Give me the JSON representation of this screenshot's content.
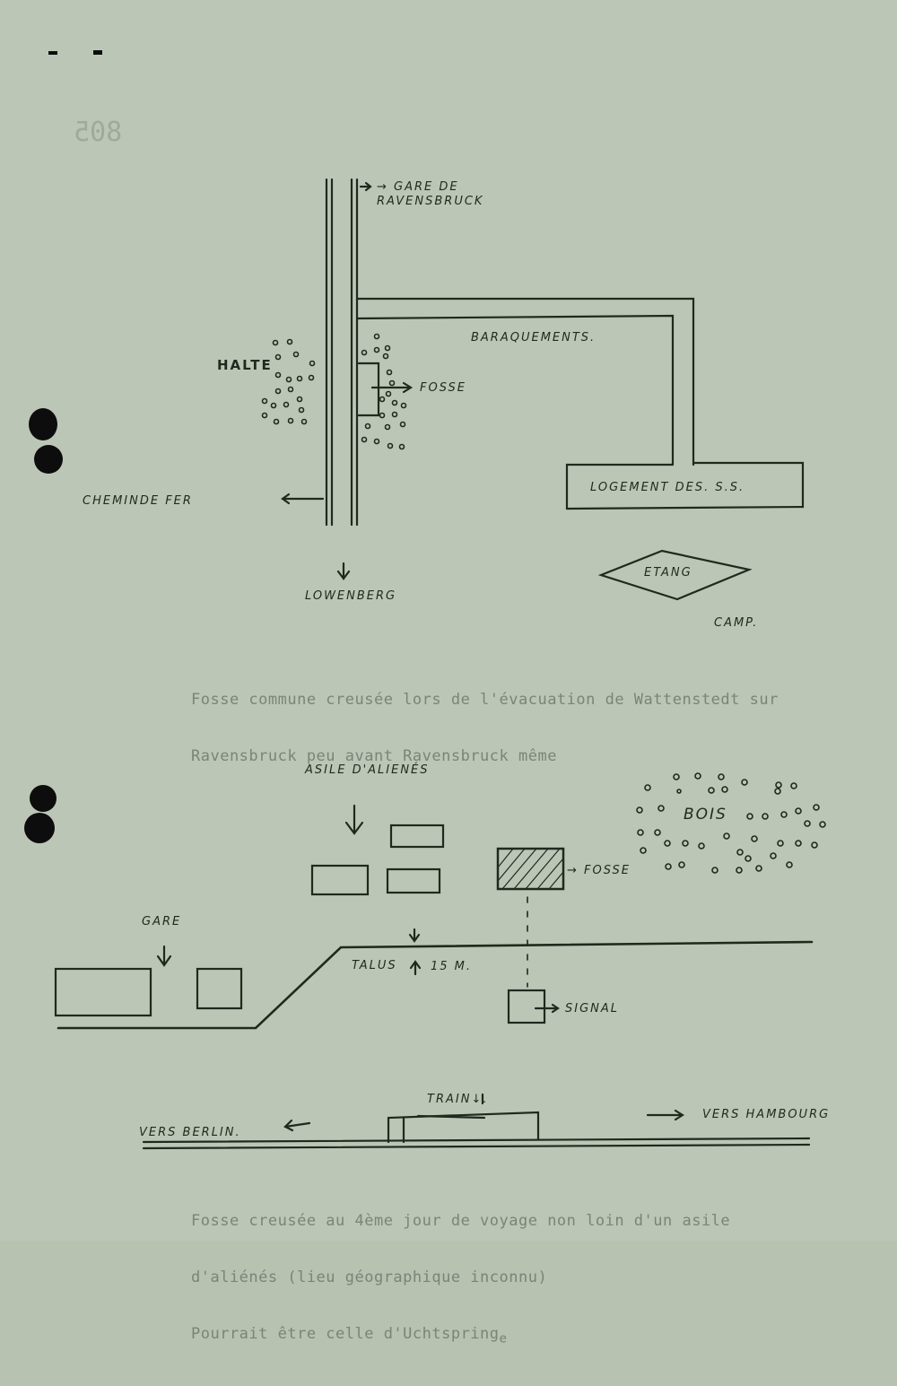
{
  "document": {
    "stamp_mirrored": "805",
    "top_map": {
      "labels": {
        "gare": "→ GARE DE",
        "gare2": "RAVENSBRUCK",
        "baraquements": "BARAQUEMENTS.",
        "halte": "HALTE",
        "fosse": "FOSSE",
        "chemin_de_fer": "CHEMINDE FER",
        "logement": "LOGEMENT DES. S.S.",
        "etang": "ETANG",
        "lowenberg": "LOWENBERG",
        "camp": "CAMP."
      },
      "caption_line1": "Fosse commune creusée lors de l'évacuation de Wattenstedt sur",
      "caption_line2": "Ravensbruck peu avant Ravensbruck même"
    },
    "bottom_map": {
      "labels": {
        "asile": "ASILE D'ALIENÉS",
        "bois": "BOIS",
        "fosse": "→ FOSSE",
        "gare": "GARE",
        "talus": "TALUS",
        "talus_height": "15 M.",
        "signal": "SIGNAL",
        "train": "TRAIN↓.",
        "vers_berlin": "VERS BERLIN.",
        "vers_hambourg": "VERS HAMBOURG"
      },
      "caption_line1": "Fosse creusée au 4ème jour de voyage non loin d'un asile",
      "caption_line2": "d'aliénés (lieu géographique inconnu)",
      "caption_line3": "Pourrait être celle d'Uchtspring",
      "caption_subscript": "e"
    }
  }
}
